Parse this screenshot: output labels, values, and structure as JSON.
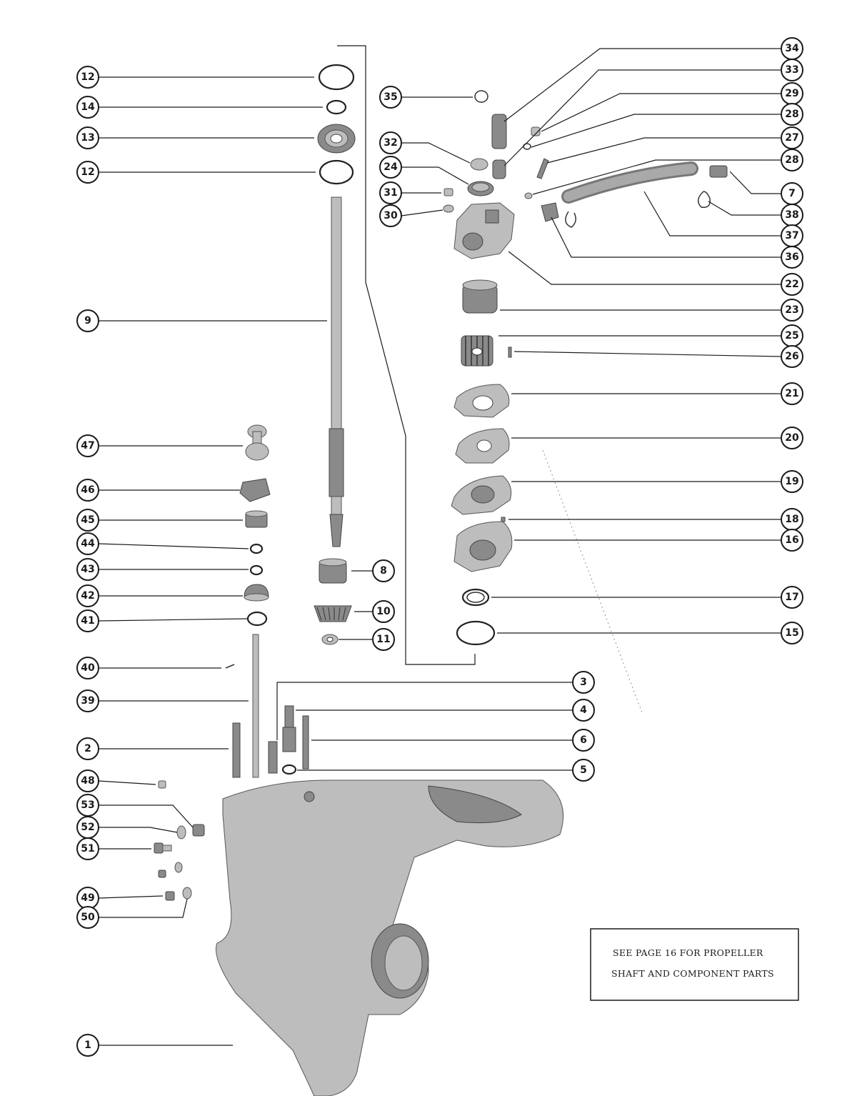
{
  "callouts": [
    {
      "id": "c12a",
      "label": "12"
    },
    {
      "id": "c14",
      "label": "14"
    },
    {
      "id": "c13",
      "label": "13"
    },
    {
      "id": "c12b",
      "label": "12"
    },
    {
      "id": "c9",
      "label": "9"
    },
    {
      "id": "c47",
      "label": "47"
    },
    {
      "id": "c46",
      "label": "46"
    },
    {
      "id": "c45",
      "label": "45"
    },
    {
      "id": "c44",
      "label": "44"
    },
    {
      "id": "c43",
      "label": "43"
    },
    {
      "id": "c42",
      "label": "42"
    },
    {
      "id": "c41",
      "label": "41"
    },
    {
      "id": "c40",
      "label": "40"
    },
    {
      "id": "c39",
      "label": "39"
    },
    {
      "id": "c2",
      "label": "2"
    },
    {
      "id": "c48",
      "label": "48"
    },
    {
      "id": "c53",
      "label": "53"
    },
    {
      "id": "c52",
      "label": "52"
    },
    {
      "id": "c51",
      "label": "51"
    },
    {
      "id": "c49",
      "label": "49"
    },
    {
      "id": "c50",
      "label": "50"
    },
    {
      "id": "c1",
      "label": "1"
    },
    {
      "id": "c35",
      "label": "35"
    },
    {
      "id": "c32",
      "label": "32"
    },
    {
      "id": "c24",
      "label": "24"
    },
    {
      "id": "c31",
      "label": "31"
    },
    {
      "id": "c30",
      "label": "30"
    },
    {
      "id": "c8",
      "label": "8"
    },
    {
      "id": "c10",
      "label": "10"
    },
    {
      "id": "c11",
      "label": "11"
    },
    {
      "id": "c3",
      "label": "3"
    },
    {
      "id": "c4",
      "label": "4"
    },
    {
      "id": "c6",
      "label": "6"
    },
    {
      "id": "c5",
      "label": "5"
    },
    {
      "id": "c34",
      "label": "34"
    },
    {
      "id": "c33",
      "label": "33"
    },
    {
      "id": "c29",
      "label": "29"
    },
    {
      "id": "c28a",
      "label": "28"
    },
    {
      "id": "c27",
      "label": "27"
    },
    {
      "id": "c28b",
      "label": "28"
    },
    {
      "id": "c7",
      "label": "7"
    },
    {
      "id": "c38",
      "label": "38"
    },
    {
      "id": "c37",
      "label": "37"
    },
    {
      "id": "c36",
      "label": "36"
    },
    {
      "id": "c22",
      "label": "22"
    },
    {
      "id": "c23",
      "label": "23"
    },
    {
      "id": "c25",
      "label": "25"
    },
    {
      "id": "c26",
      "label": "26"
    },
    {
      "id": "c21",
      "label": "21"
    },
    {
      "id": "c20",
      "label": "20"
    },
    {
      "id": "c19",
      "label": "19"
    },
    {
      "id": "c18",
      "label": "18"
    },
    {
      "id": "c16",
      "label": "16"
    },
    {
      "id": "c17",
      "label": "17"
    },
    {
      "id": "c15",
      "label": "15"
    }
  ],
  "note": {
    "line1": "SEE PAGE 16 FOR PROPELLER",
    "line2": "SHAFT AND COMPONENT PARTS"
  }
}
